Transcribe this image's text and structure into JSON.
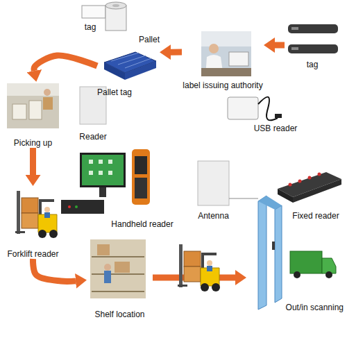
{
  "diagram": {
    "nodes": [
      {
        "text": [
          "tag"
        ]
      },
      {
        "text": [
          "label issuing authority"
        ]
      },
      {
        "text": [
          "Pallet",
          "Pallet tag"
        ]
      },
      {
        "text": [
          "Picking up"
        ]
      },
      {
        "text": [
          "Forklift reader"
        ]
      },
      {
        "text": [
          "Shelf location"
        ]
      },
      {
        "text": [
          "Out/in scanning"
        ]
      }
    ],
    "edges": [
      {
        "from": 0,
        "to": 1,
        "arrow": "to"
      },
      {
        "from": 1,
        "to": 2,
        "arrow": "to"
      },
      {
        "from": 2,
        "to": 3,
        "arrow": "to"
      },
      {
        "from": 3,
        "to": 4,
        "arrow": "to"
      },
      {
        "from": 4,
        "to": 5,
        "arrow": "to"
      },
      {
        "from": 5,
        "to": 6,
        "arrow": "to"
      }
    ],
    "labels": [
      "tag",
      "Reader",
      "USB reader",
      "Handheld reader",
      "Antenna",
      "Fixed reader"
    ]
  }
}
